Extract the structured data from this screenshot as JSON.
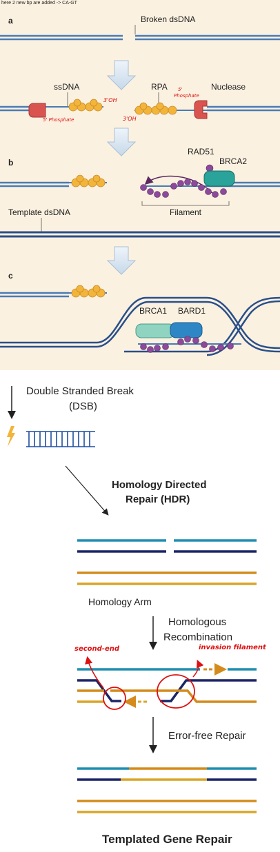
{
  "top_note": "here 2 new bp are added -> CA-GT",
  "panel_top": {
    "panel_a": "a",
    "panel_b": "b",
    "panel_c": "c",
    "broken_dsdna": "Broken dsDNA",
    "ssdna": "ssDNA",
    "rpa": "RPA",
    "nuclease": "Nuclease",
    "three_oh_left": "3'OH",
    "three_oh_right": "3'OH",
    "five_phosphate_left": "5' Phosphate",
    "five_phosphate_right_1": "5'",
    "five_phosphate_right_2": "Phosphate",
    "rad51": "RAD51",
    "brca2": "BRCA2",
    "filament": "Filament",
    "template_dsdna": "Template dsDNA",
    "brca1": "BRCA1",
    "bard1": "BARD1"
  },
  "panel_bottom": {
    "dsb_line1": "Double Stranded Break",
    "dsb_line2": "(DSB)",
    "hdr_line1": "Homology Directed",
    "hdr_line2": "Repair (HDR)",
    "homology_arm": "Homology Arm",
    "homologous_line1": "Homologous",
    "homologous_line2": "Recombination",
    "second_end": "second-end",
    "invasion_filament": "invasion filament",
    "error_free": "Error-free Repair",
    "final_title": "Templated Gene Repair"
  },
  "colors": {
    "beige_bg": "#fbf1e0",
    "dna_blue": "#4a7bb5",
    "teal": "#1e8fb0",
    "navy": "#1b2566",
    "orange": "#d48b1c",
    "rpa_yellow": "#f2b53a",
    "rad51_purple": "#8c4a9c",
    "nuclease_red": "#d9534f",
    "brca2_teal": "#2aa39a",
    "brca1_mint": "#8fd3c0",
    "bard1_blue": "#2f86c5"
  }
}
